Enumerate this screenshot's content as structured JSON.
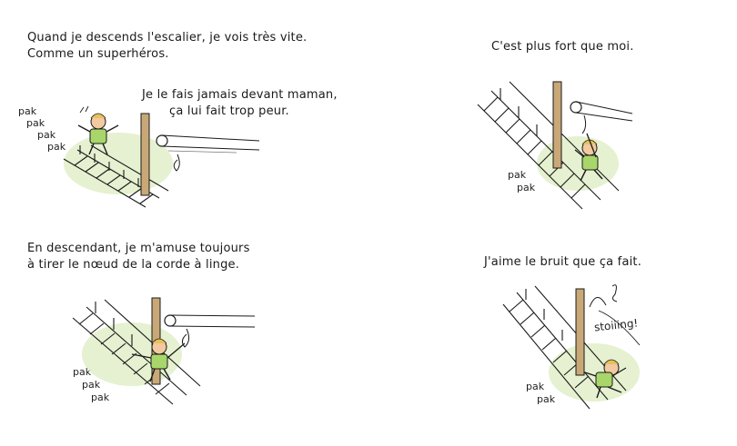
{
  "panels": [
    {
      "caption_lines": [
        "Quand je descends l'escalier, je vois très vite.",
        "Comme un superhéros."
      ],
      "speech_lines": [
        "Je le fais jamais devant maman,",
        "ça lui fait trop peur."
      ],
      "sound": [
        "pak",
        "pak",
        "pak",
        "pak"
      ]
    },
    {
      "caption_lines": [
        "C'est plus fort que moi."
      ],
      "sound": [
        "pak",
        "pak"
      ]
    },
    {
      "caption_lines": [
        "En descendant, je m'amuse toujours",
        "à tirer le nœud de la corde à linge."
      ],
      "sound": [
        "pak",
        "pak",
        "pak"
      ]
    },
    {
      "caption_lines": [
        "J'aime le bruit que ça fait."
      ],
      "exclamation": "stoiiing!",
      "sound": [
        "pak",
        "pak"
      ]
    }
  ],
  "colors": {
    "ink": "#1a1a1a",
    "shirt": "#a8d66a",
    "hair": "#e8c15a",
    "skin": "#f2c9a0",
    "wash": "#dfeec4",
    "wood": "#c9a878"
  }
}
